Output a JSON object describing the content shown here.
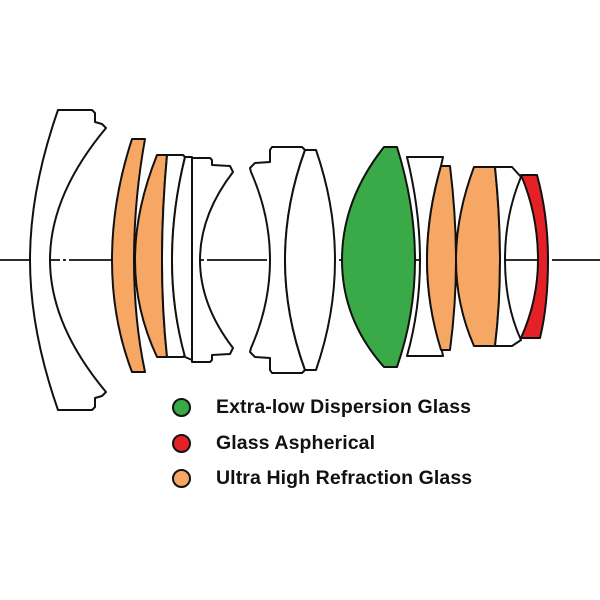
{
  "diagram": {
    "type": "lens-element-cross-section",
    "elements": [
      {
        "id": 1,
        "glass": "standard"
      },
      {
        "id": 2,
        "glass": "ultra-high-refraction"
      },
      {
        "id": 3,
        "glass": "ultra-high-refraction"
      },
      {
        "id": 4,
        "glass": "standard"
      },
      {
        "id": 5,
        "glass": "standard"
      },
      {
        "id": 6,
        "glass": "standard"
      },
      {
        "id": 7,
        "glass": "standard"
      },
      {
        "id": 8,
        "glass": "standard"
      },
      {
        "id": 9,
        "glass": "extra-low-dispersion"
      },
      {
        "id": 10,
        "glass": "standard"
      },
      {
        "id": 11,
        "glass": "ultra-high-refraction"
      },
      {
        "id": 12,
        "glass": "ultra-high-refraction"
      },
      {
        "id": 13,
        "glass": "standard"
      },
      {
        "id": 14,
        "glass": "aspherical"
      }
    ]
  },
  "colors": {
    "standard": "#ffffff",
    "extra-low-dispersion": "#3aaa48",
    "aspherical": "#e42127",
    "ultra-high-refraction": "#f6a764",
    "outline": "#111111"
  },
  "legend": [
    {
      "key": "extra-low-dispersion",
      "label": "Extra-low Dispersion Glass",
      "color": "#3aaa48"
    },
    {
      "key": "aspherical",
      "label": "Glass Aspherical",
      "color": "#e42127"
    },
    {
      "key": "ultra-high-refraction",
      "label": "Ultra High Refraction Glass",
      "color": "#f6a764"
    }
  ]
}
